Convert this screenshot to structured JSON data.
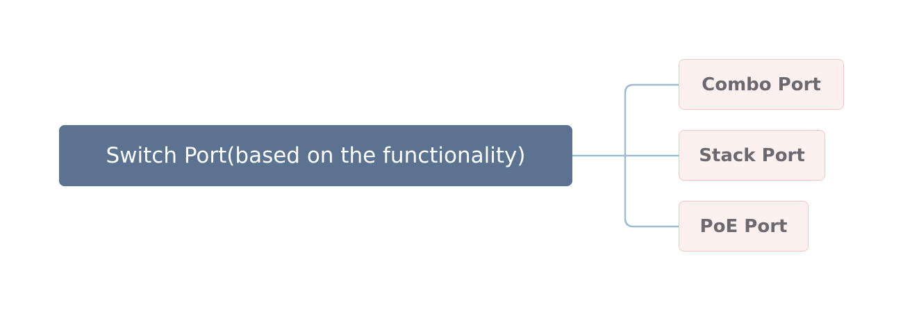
{
  "diagram": {
    "root": {
      "label": "Switch Port(based on the functionality)"
    },
    "children": [
      {
        "label": "Combo Port"
      },
      {
        "label": "Stack Port"
      },
      {
        "label": "PoE Port"
      }
    ],
    "colors": {
      "root_fill": "#5b7391",
      "root_text": "#ffffff",
      "child_fill": "#fdf1f0",
      "child_border": "#f3c6c3",
      "child_text": "#6b6870",
      "connector": "#9fbbd2"
    }
  }
}
